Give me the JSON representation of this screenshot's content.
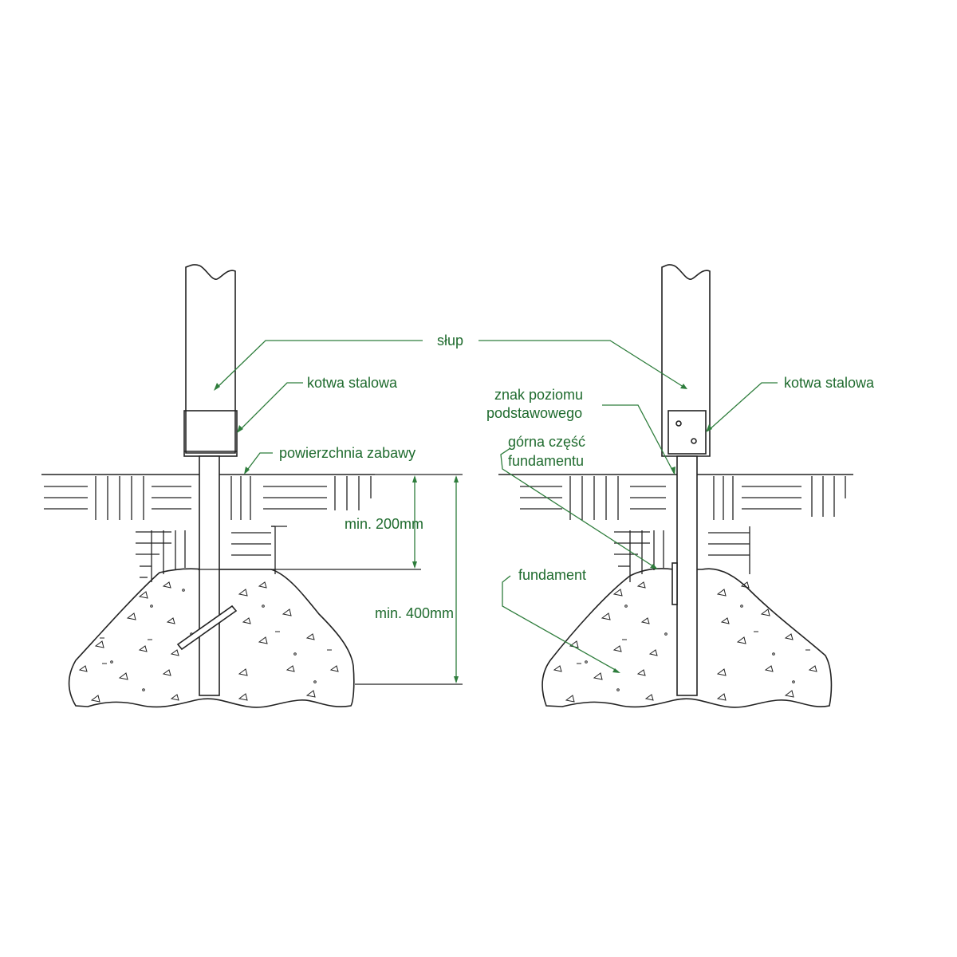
{
  "colors": {
    "label": "#1f6b2e",
    "leader": "#2e7d3c",
    "line": "#222222",
    "background": "#ffffff"
  },
  "labels": {
    "slup": "słup",
    "kotwa_left": "kotwa stalowa",
    "kotwa_right": "kotwa stalowa",
    "powierzchnia": "powierzchnia zabawy",
    "min200": "min. 200mm",
    "min400": "min. 400mm",
    "znak_line1": "znak poziomu",
    "znak_line2": "podstawowego",
    "gorna_line1": "górna część",
    "gorna_line2": "fundamentu",
    "fundament": "fundament"
  }
}
